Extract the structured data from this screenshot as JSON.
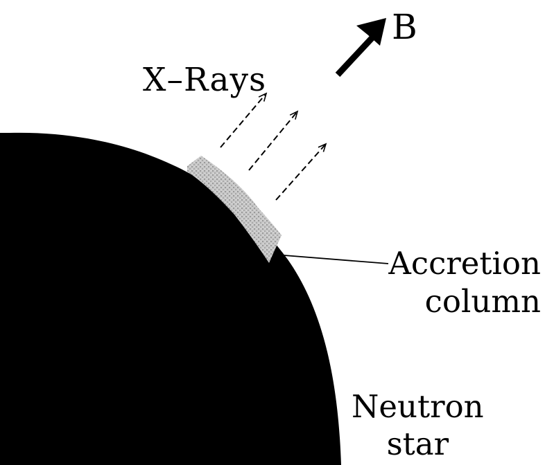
{
  "labels": {
    "xrays": "X–Rays",
    "b_field": "B",
    "accretion_line1": "Accretion",
    "accretion_line2": "column",
    "neutron_line1": "Neutron",
    "neutron_line2": "star"
  },
  "colors": {
    "star": "#000000",
    "accretion_column": "#b8b8b8",
    "arrows": "#000000",
    "background": "#ffffff"
  },
  "icons": {
    "b_arrow": "thick-arrow-up-right-icon",
    "xray_arrows": "dashed-arrow-icon"
  }
}
